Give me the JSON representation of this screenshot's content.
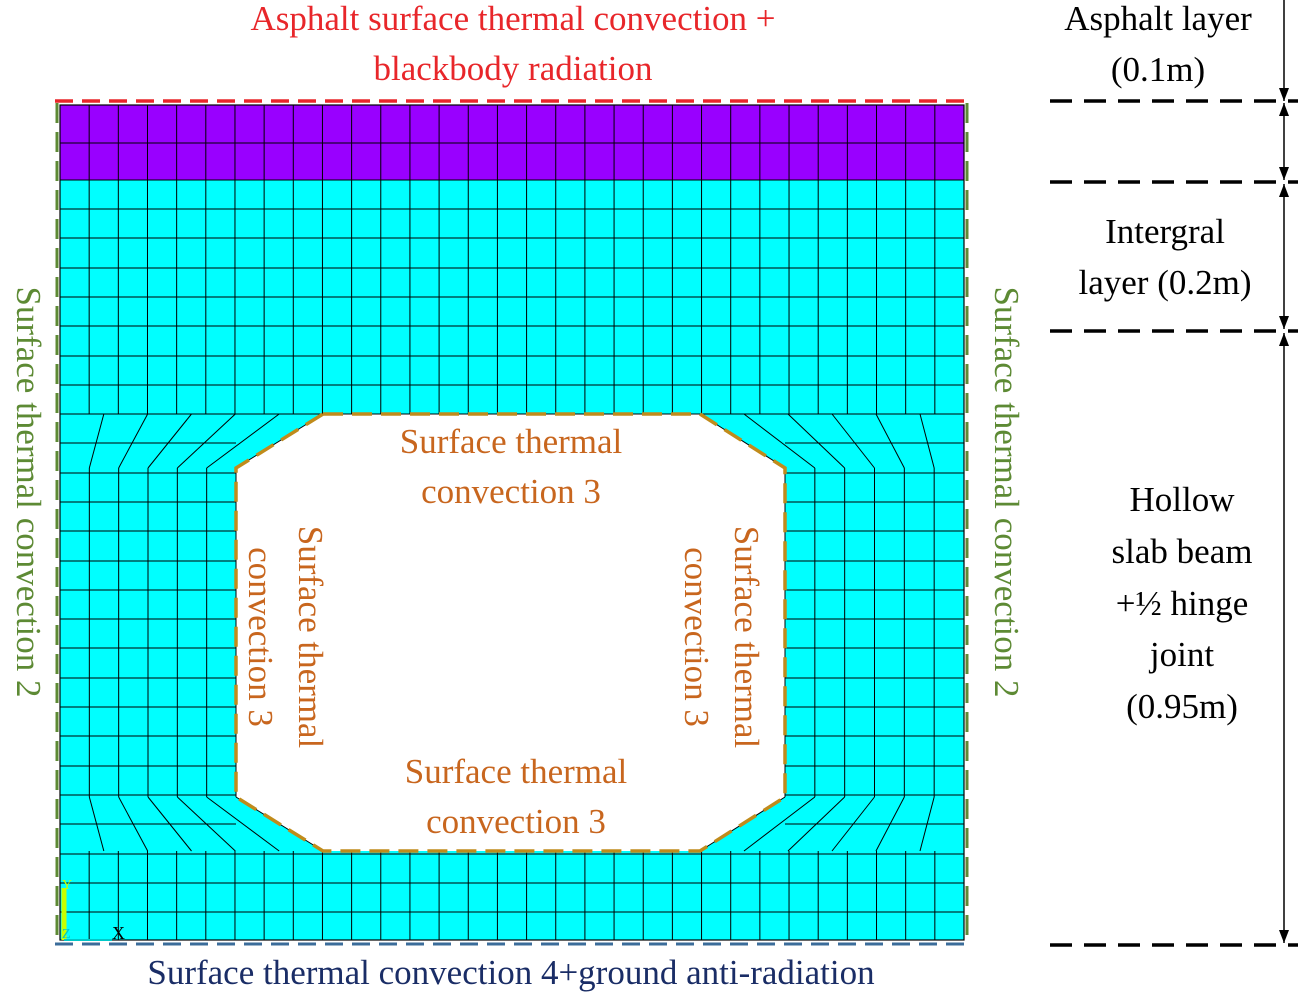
{
  "colors": {
    "asphalt_fill": "#9900ff",
    "concrete_fill": "#00ffff",
    "mesh_line": "#000000",
    "top_boundary": "#e8262a",
    "side_boundary": "#5d8a34",
    "inner_boundary": "#c08b1b",
    "bottom_boundary": "#3b6c9a",
    "bottom_label": "#1a2d66",
    "inner_label": "#c8661e",
    "axis_y": "#c8ff00",
    "axis_z": "#00c8c8"
  },
  "labels": {
    "top_line1": "Asphalt surface thermal convection +",
    "top_line2": "blackbody radiation",
    "left_side": "Surface thermal convection 2",
    "right_side": "Surface thermal convection 2",
    "inner_top_line1": "Surface thermal",
    "inner_top_line2": "convection 3",
    "inner_bottom_line1": "Surface thermal",
    "inner_bottom_line2": "convection 3",
    "inner_left_line1": "Surface thermal",
    "inner_left_line2": "convection 3",
    "inner_right_line1": "Surface thermal",
    "inner_right_line2": "convection 3",
    "bottom": "Surface thermal convection 4+ground anti-radiation"
  },
  "dimensions": {
    "asphalt_line1": "Asphalt layer",
    "asphalt_line2": "(0.1m)",
    "integral_line1": "Intergral",
    "integral_line2": "layer (0.2m)",
    "hollow_line1": "Hollow",
    "hollow_line2": "slab beam",
    "hollow_line3": "+½ hinge",
    "hollow_line4": "joint",
    "hollow_line5": "(0.95m)"
  },
  "axis_triad": {
    "y_label": "Y",
    "z_label": "Z",
    "x_label": "X"
  }
}
